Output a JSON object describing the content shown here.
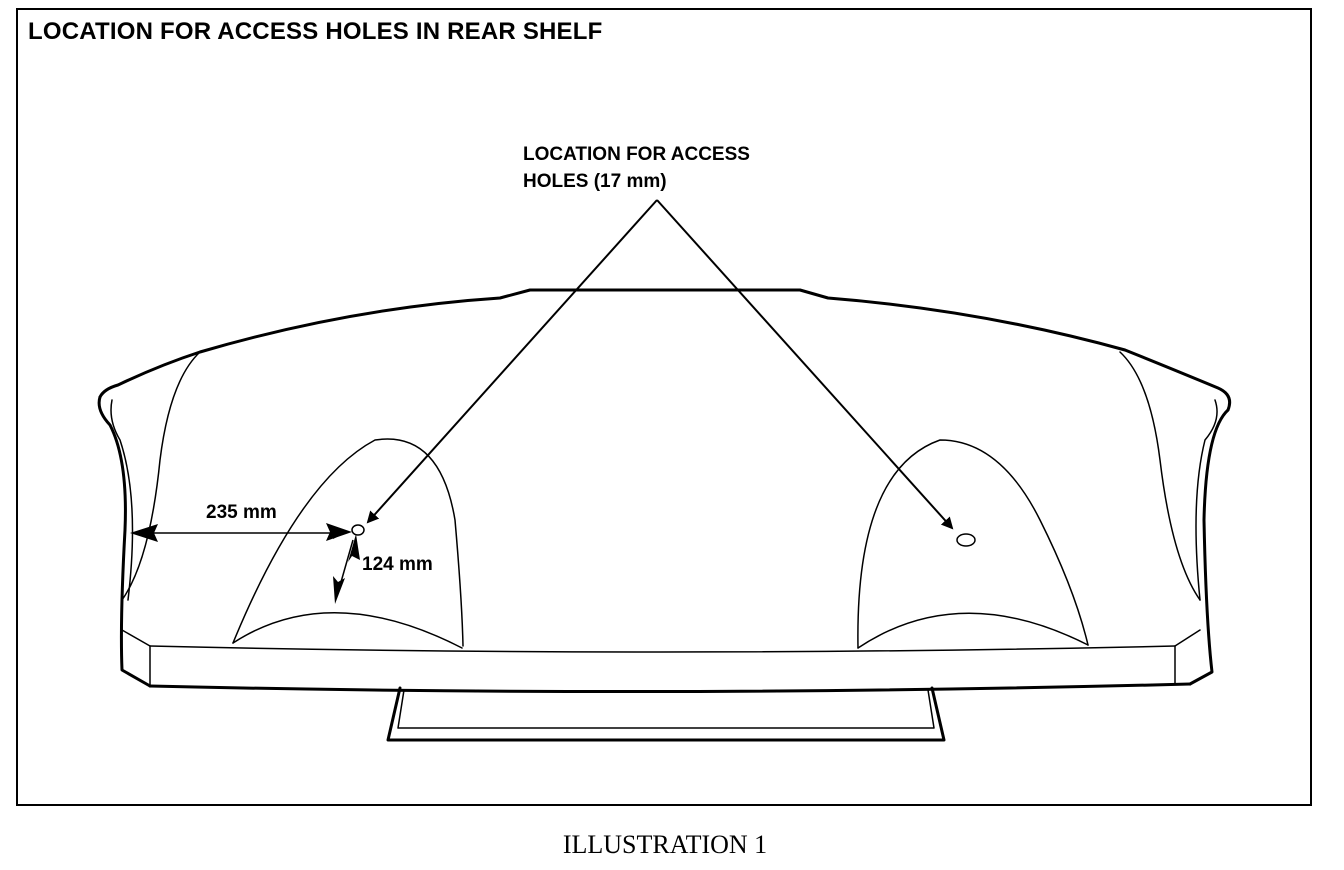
{
  "figure": {
    "title": "LOCATION FOR ACCESS HOLES IN REAR SHELF",
    "callout_line1": "LOCATION FOR ACCESS",
    "callout_line2": "HOLES (17 mm)",
    "dimension_horizontal": "235 mm",
    "dimension_vertical": "124 mm",
    "caption": "ILLUSTRATION 1"
  }
}
